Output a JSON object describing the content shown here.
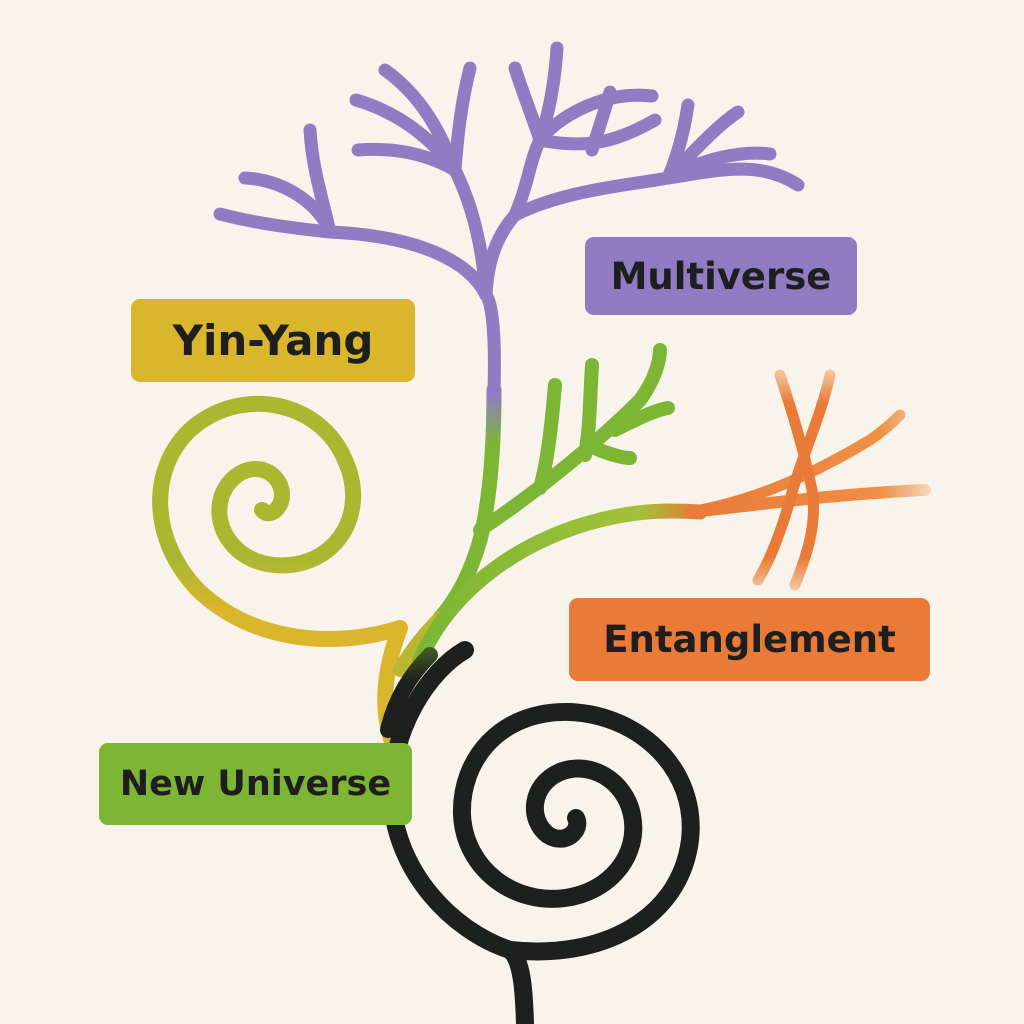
{
  "colors": {
    "background": "#f8f4ec",
    "multiverse": "#917cc4",
    "yin_yang": "#d9b62b",
    "entanglement": "#ea7a38",
    "new_universe": "#7cb634",
    "spiral": "#1e201e",
    "label_text": "#1e1e1e"
  },
  "icons": [
    "tree-branches",
    "gold-spiral",
    "black-spiral",
    "orange-crossing-strands"
  ],
  "labels": {
    "multiverse": "Multiverse",
    "yin_yang": "Yin-Yang",
    "entanglement": "Entanglement",
    "new_universe": "New Universe"
  }
}
